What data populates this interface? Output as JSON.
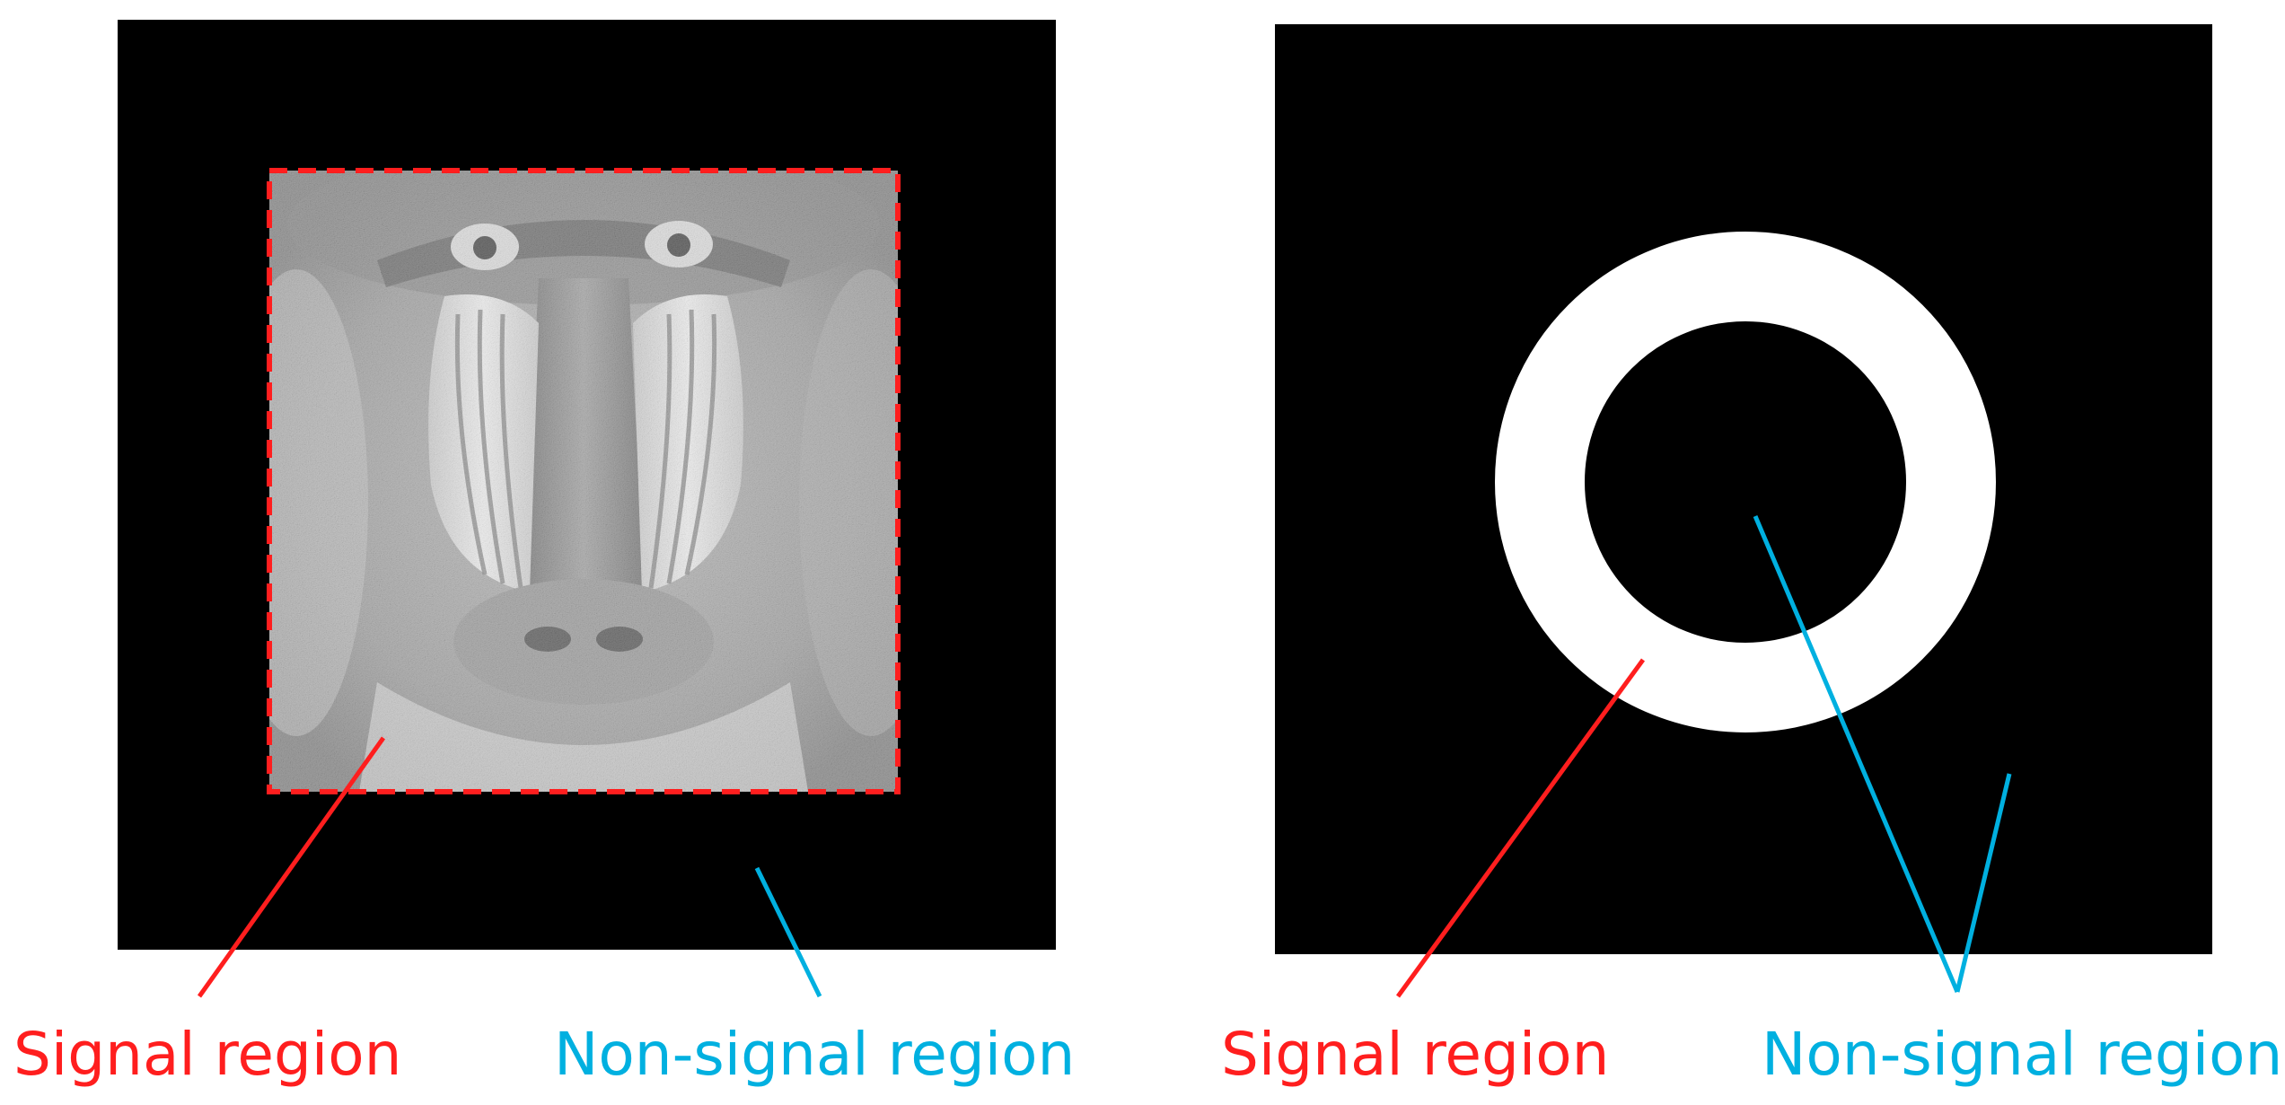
{
  "panels": [
    {
      "image": "grayscale photograph of a mandrill face inside a dashed red square",
      "signal_label": "Signal region",
      "non_signal_label": "Non-signal region"
    },
    {
      "image": "white ring on black background",
      "signal_label": "Signal region",
      "non_signal_label": "Non-signal region"
    }
  ],
  "colors": {
    "signal": "#ff1e1e",
    "non_signal": "#00b0e0",
    "background_field": "#000000",
    "ring": "#ffffff"
  }
}
